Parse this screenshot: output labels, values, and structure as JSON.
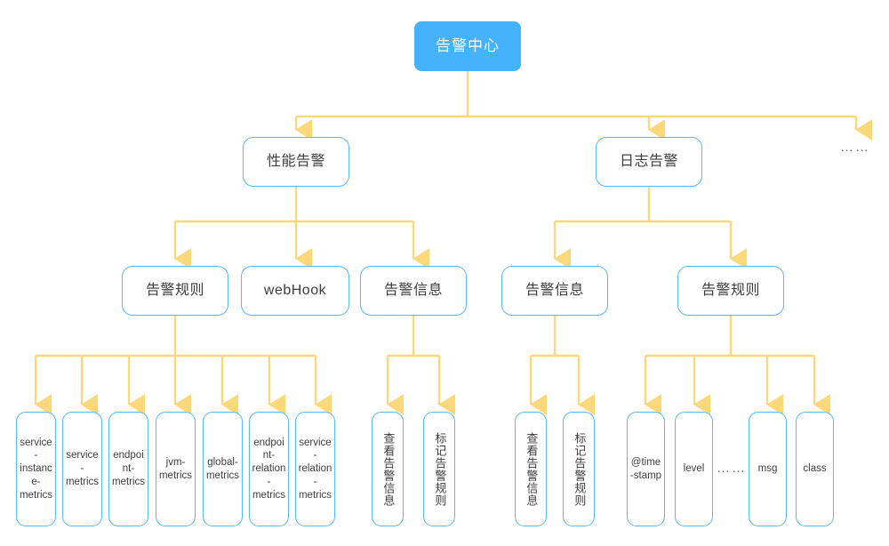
{
  "diagram": {
    "title": "告警中心",
    "theme": {
      "root_fill": "#45b2fb",
      "node_border": "#56b9f2",
      "connector": "#fbd97b",
      "text": "#3d3d3d",
      "background": "#ffffff"
    },
    "root": {
      "label": "告警中心"
    },
    "level2": [
      {
        "label": "性能告警"
      },
      {
        "label": "日志告警"
      }
    ],
    "level2_more": "……",
    "level3": [
      {
        "label": "告警规则"
      },
      {
        "label": "webHook"
      },
      {
        "label": "告警信息"
      },
      {
        "label": "告警信息"
      },
      {
        "label": "告警规则"
      }
    ],
    "metrics_leaves": [
      {
        "label": "service-instance-metrics"
      },
      {
        "label": "service-metrics"
      },
      {
        "label": "endpoint-metrics"
      },
      {
        "label": "jvm-metrics"
      },
      {
        "label": "global-metrics"
      },
      {
        "label": "endpoint-relation-metrics"
      },
      {
        "label": "service-relation-metrics"
      }
    ],
    "perf_info_leaves": [
      {
        "label": "查看告警信息"
      },
      {
        "label": "标记告警规则"
      }
    ],
    "log_info_leaves": [
      {
        "label": "查看告警信息"
      },
      {
        "label": "标记告警规则"
      }
    ],
    "log_rule_leaves": [
      {
        "label": "@time-stamp"
      },
      {
        "label": "level"
      },
      {
        "label": "msg"
      },
      {
        "label": "class"
      }
    ],
    "log_rule_more": "……"
  }
}
